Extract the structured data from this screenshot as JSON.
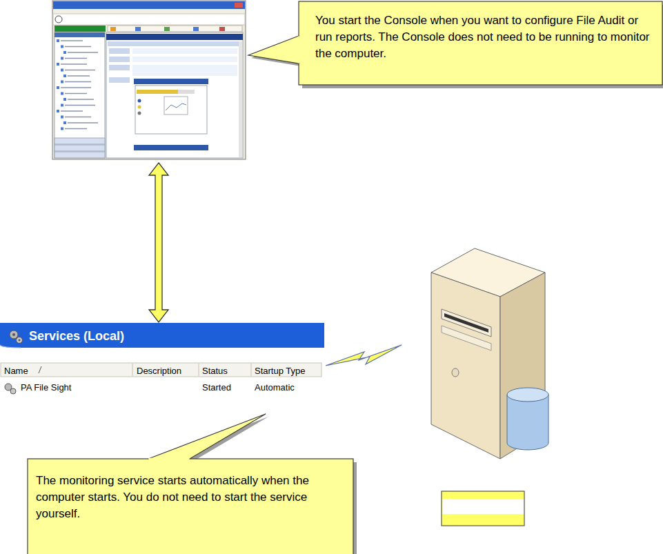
{
  "diagram": {
    "nodes": [
      {
        "text": [
          "You start the Console when you want to configure File Audit or run reports. The Console does not need to be running to monitor the computer."
        ]
      },
      {
        "text": [
          "Services (Local)"
        ]
      },
      {
        "text": [
          "The monitoring service starts automatically when the computer starts. You do not need to start the service yourself."
        ]
      }
    ],
    "labels": [
      "Name",
      "Description",
      "Status",
      "Startup Type",
      "PA File Sight",
      "Started",
      "Automatic"
    ]
  }
}
